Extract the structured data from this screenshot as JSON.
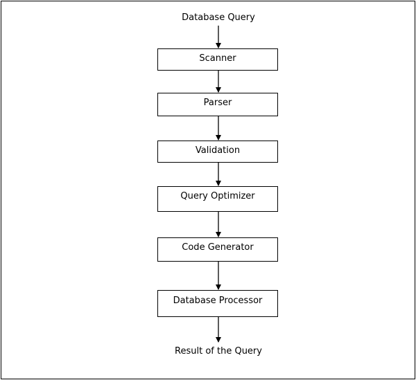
{
  "diagram": {
    "start_label": "Database Query",
    "steps": [
      "Scanner",
      "Parser",
      "Validation",
      "Query Optimizer",
      "Code Generator",
      "Database Processor"
    ],
    "end_label": "Result of the Query"
  }
}
